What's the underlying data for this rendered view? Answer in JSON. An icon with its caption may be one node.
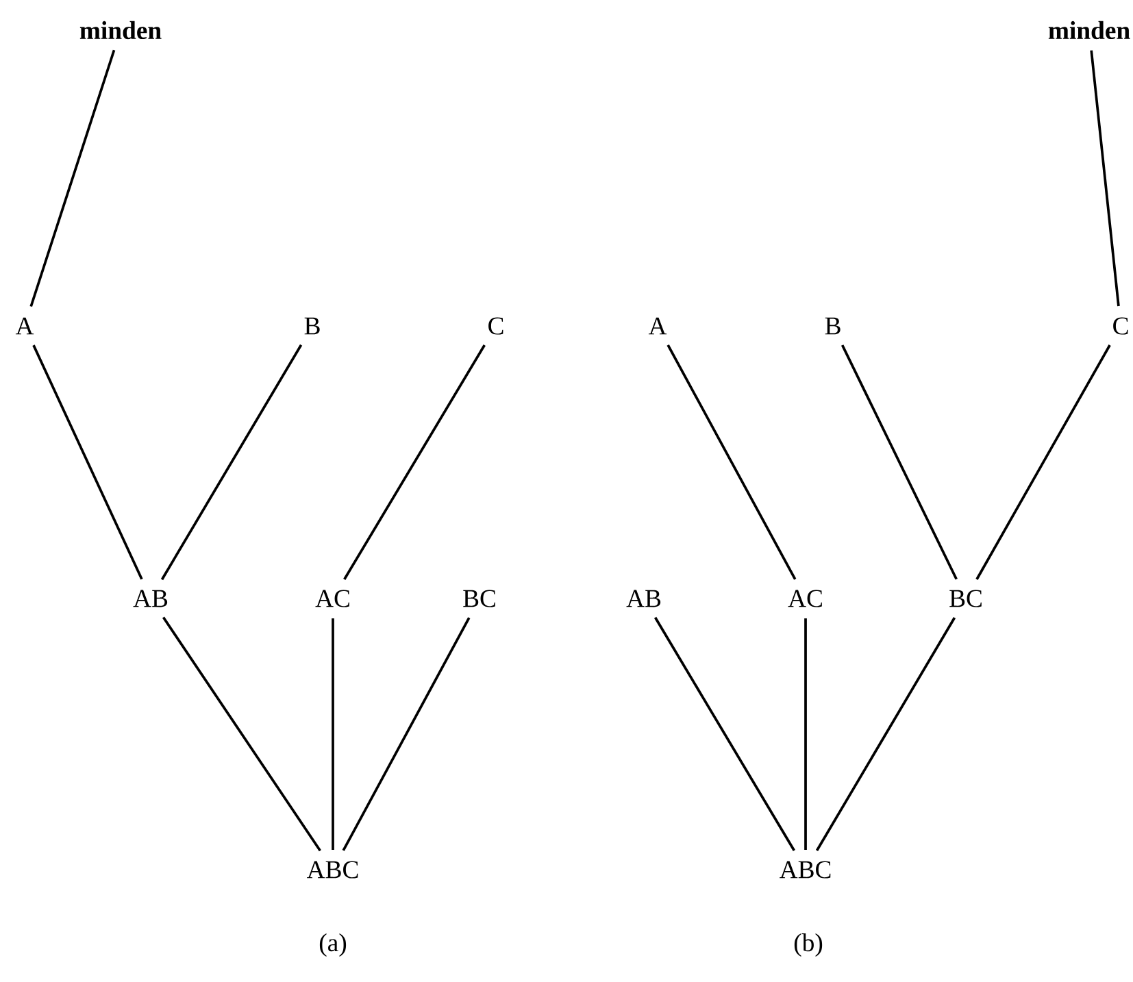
{
  "diagram": {
    "nodes": [
      {
        "text": [
          "minden"
        ]
      },
      {
        "text": [
          "A"
        ]
      },
      {
        "text": [
          "B"
        ]
      },
      {
        "text": [
          "C"
        ]
      },
      {
        "text": [
          "AB"
        ]
      },
      {
        "text": [
          "AC"
        ]
      },
      {
        "text": [
          "BC"
        ]
      },
      {
        "text": [
          "ABC"
        ]
      },
      {
        "text": [
          "minden"
        ]
      },
      {
        "text": [
          "A"
        ]
      },
      {
        "text": [
          "B"
        ]
      },
      {
        "text": [
          "C"
        ]
      },
      {
        "text": [
          "AB"
        ]
      },
      {
        "text": [
          "AC"
        ]
      },
      {
        "text": [
          "BC"
        ]
      },
      {
        "text": [
          "ABC"
        ]
      }
    ],
    "edges": [
      {
        "from": 0,
        "to": 1,
        "arrow": "none"
      },
      {
        "from": 1,
        "to": 4,
        "arrow": "none"
      },
      {
        "from": 2,
        "to": 4,
        "arrow": "none"
      },
      {
        "from": 3,
        "to": 5,
        "arrow": "none"
      },
      {
        "from": 4,
        "to": 7,
        "arrow": "none"
      },
      {
        "from": 5,
        "to": 7,
        "arrow": "none"
      },
      {
        "from": 6,
        "to": 7,
        "arrow": "none"
      },
      {
        "from": 8,
        "to": 11,
        "arrow": "none"
      },
      {
        "from": 9,
        "to": 13,
        "arrow": "none"
      },
      {
        "from": 10,
        "to": 14,
        "arrow": "none"
      },
      {
        "from": 11,
        "to": 14,
        "arrow": "none"
      },
      {
        "from": 12,
        "to": 15,
        "arrow": "none"
      },
      {
        "from": 13,
        "to": 15,
        "arrow": "none"
      },
      {
        "from": 14,
        "to": 15,
        "arrow": "none"
      }
    ],
    "labels": [
      "(a)",
      "(b)"
    ]
  }
}
